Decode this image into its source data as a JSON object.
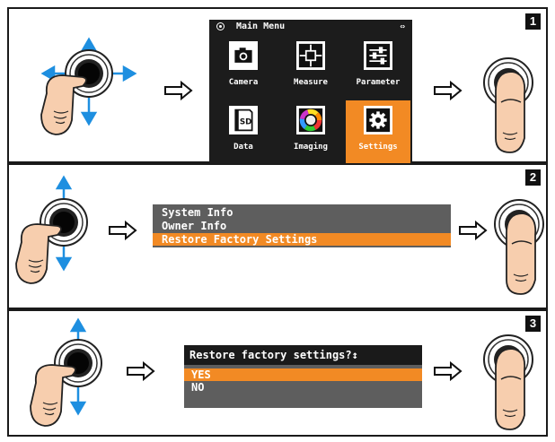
{
  "steps": [
    "1",
    "2",
    "3"
  ],
  "main_menu": {
    "title": "Main Menu",
    "nav_glyph": "⇔",
    "tiles": [
      {
        "label": "Camera",
        "icon": "camera-icon",
        "selected": false
      },
      {
        "label": "Measure",
        "icon": "crosshair-icon",
        "selected": false
      },
      {
        "label": "Parameter",
        "icon": "sliders-icon",
        "selected": false
      },
      {
        "label": "Data",
        "icon": "sd-card-icon",
        "selected": false
      },
      {
        "label": "Imaging",
        "icon": "color-wheel-icon",
        "selected": false
      },
      {
        "label": "Settings",
        "icon": "gear-icon",
        "selected": true
      }
    ]
  },
  "settings_menu": {
    "items": [
      {
        "label": "System Info",
        "selected": false
      },
      {
        "label": "Owner Info",
        "selected": false
      },
      {
        "label": "Restore Factory Settings",
        "selected": true
      }
    ]
  },
  "confirm_dialog": {
    "title": "Restore factory settings?↕",
    "options": [
      {
        "label": "YES",
        "selected": true
      },
      {
        "label": "NO",
        "selected": false
      }
    ]
  },
  "colors": {
    "highlight": "#f28a24",
    "arrow_blue": "#1e8fe0",
    "screen_dark": "#1c1c1c",
    "screen_gray": "#5e5e5e"
  },
  "icons": {
    "pad": "navigation-pad-icon",
    "thumb": "thumb-press-icon",
    "flow_arrow": "right-arrow-icon"
  }
}
